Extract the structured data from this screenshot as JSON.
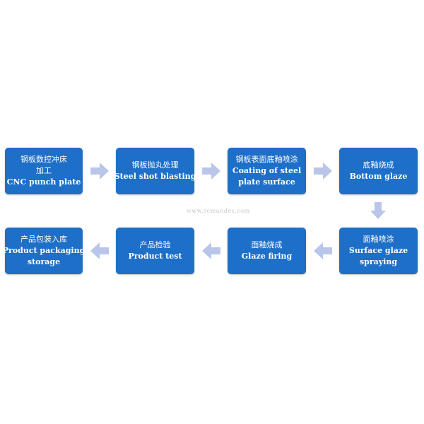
{
  "diagram": {
    "steps": [
      {
        "lines": [
          "钢板数控冲床",
          "加工",
          "CNC punch plate"
        ]
      },
      {
        "lines": [
          "钢板抛丸处理",
          "Steel shot blasting"
        ]
      },
      {
        "lines": [
          "钢板表面底釉喷涂",
          "Coating of steel",
          "plate surface"
        ]
      },
      {
        "lines": [
          "底釉烧成",
          "Bottom glaze"
        ]
      },
      {
        "lines": [
          "面釉喷涂",
          "Surface glaze",
          "spraying"
        ]
      },
      {
        "lines": [
          "面釉烧成",
          "Glaze firing"
        ]
      },
      {
        "lines": [
          "产品检验",
          "Product test"
        ]
      },
      {
        "lines": [
          "产品包装入库",
          "Product packaging",
          "storage"
        ]
      }
    ],
    "watermark": "www.scmandes.com",
    "colors": {
      "box": "#1e6fc7",
      "text": "#ffffff",
      "arrow": "#b9c6ea"
    }
  }
}
